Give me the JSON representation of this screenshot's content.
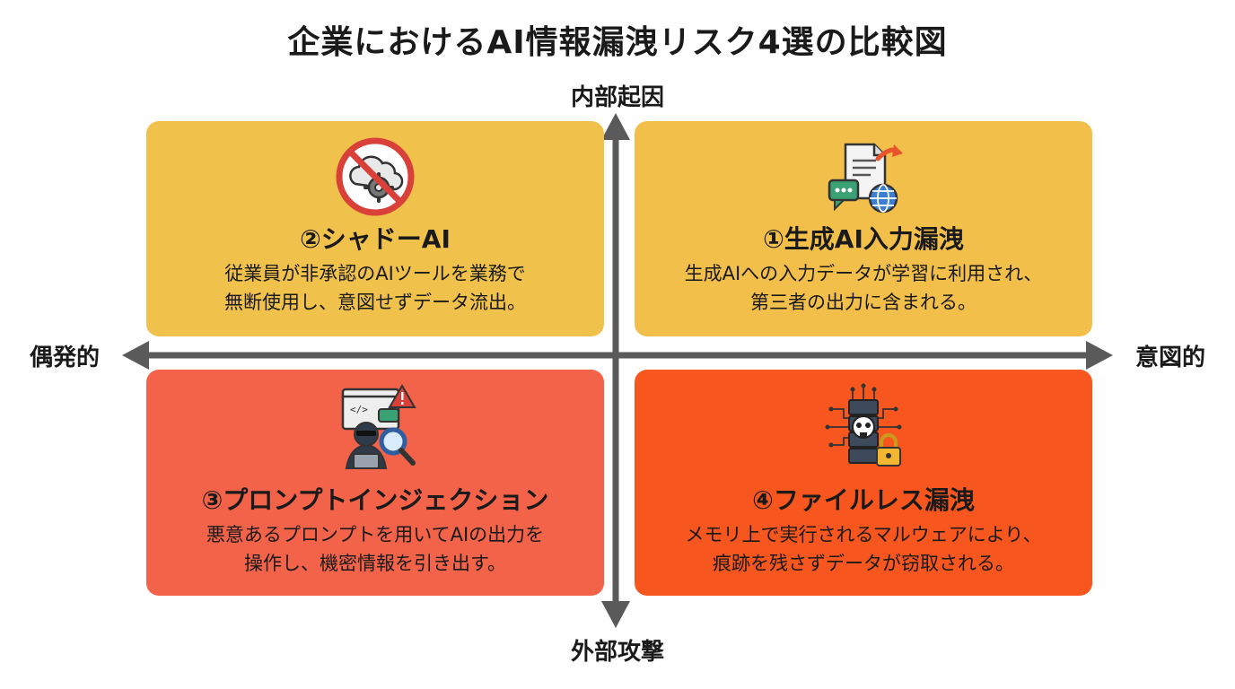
{
  "title": "企業におけるAI情報漏洩リスク4選の比較図",
  "axes": {
    "top": "内部起因",
    "bottom": "外部攻撃",
    "left": "偶発的",
    "right": "意図的"
  },
  "quadrants": {
    "top_left": {
      "title": "②シャドーAI",
      "lines": [
        "従業員が非承認のAIツールを業務で",
        "無断使用し、意図せずデータ流出。"
      ],
      "color": "#f0c14b",
      "icon": "prohibited-cloud-gear-icon"
    },
    "top_right": {
      "title": "①生成AI入力漏洩",
      "lines": [
        "生成AIへの入力データが学習に利用され、",
        "第三者の出力に含まれる。"
      ],
      "color": "#f2bf4a",
      "icon": "document-chat-globe-icon"
    },
    "bottom_left": {
      "title": "③プロンプトインジェクション",
      "lines": [
        "悪意あるプロンプトを用いてAIの出力を",
        "操作し、機密情報を引き出す。"
      ],
      "color": "#f2634a",
      "icon": "hacker-magnifier-icon"
    },
    "bottom_right": {
      "title": "④ファイルレス漏洩",
      "lines": [
        "メモリ上で実行されるマルウェアにより、",
        "痕跡を残さずデータが窃取される。"
      ],
      "color": "#f7561e",
      "icon": "server-skull-lock-icon"
    }
  }
}
